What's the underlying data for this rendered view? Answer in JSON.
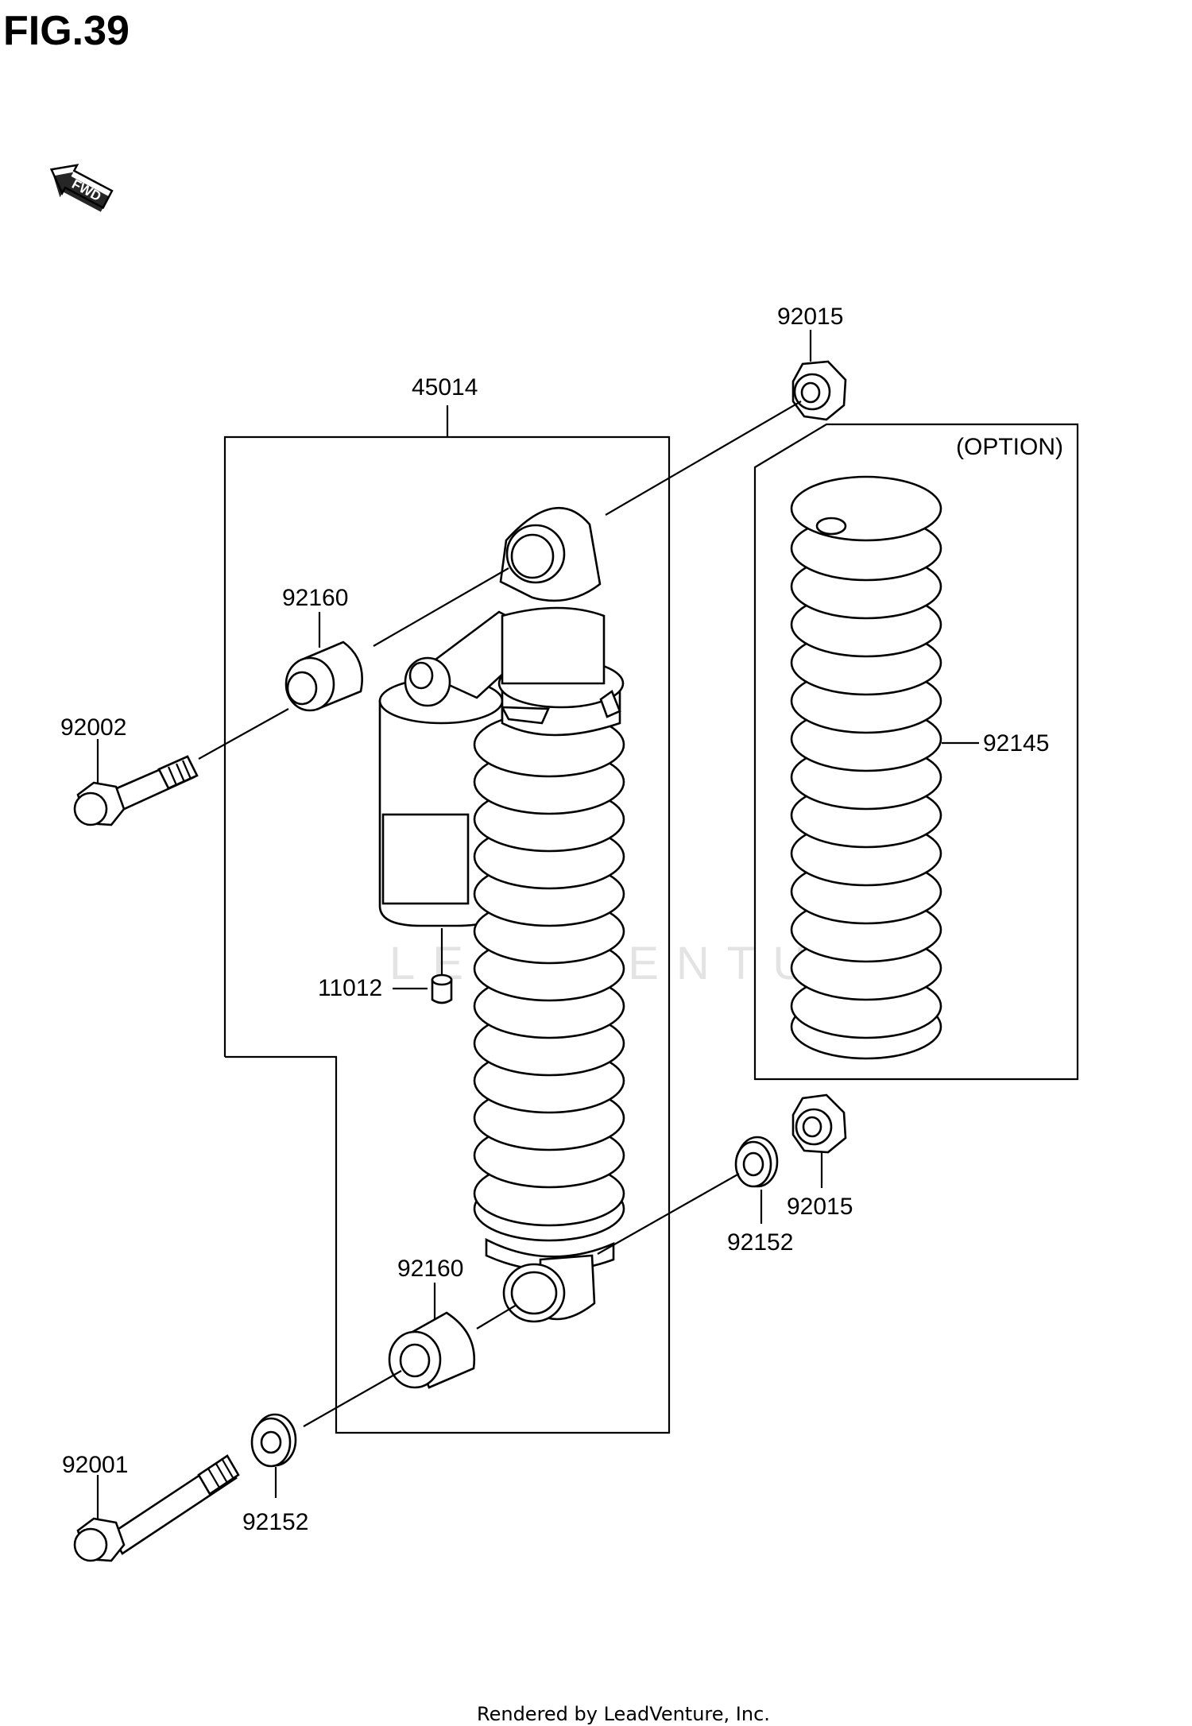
{
  "figure": {
    "title": "FIG.39",
    "fwd_label": "FWD",
    "option_label": "(OPTION)",
    "watermark": "LEADVENTURE",
    "footer": "Rendered by LeadVenture, Inc."
  },
  "parts": [
    {
      "id": "p45014",
      "number": "45014"
    },
    {
      "id": "p92015_top",
      "number": "92015"
    },
    {
      "id": "p92160_top",
      "number": "92160"
    },
    {
      "id": "p92002",
      "number": "92002"
    },
    {
      "id": "p92145",
      "number": "92145"
    },
    {
      "id": "p11012",
      "number": "11012"
    },
    {
      "id": "p92015_bottom",
      "number": "92015"
    },
    {
      "id": "p92152_right",
      "number": "92152"
    },
    {
      "id": "p92160_bottom",
      "number": "92160"
    },
    {
      "id": "p92001",
      "number": "92001"
    },
    {
      "id": "p92152_left",
      "number": "92152"
    }
  ]
}
